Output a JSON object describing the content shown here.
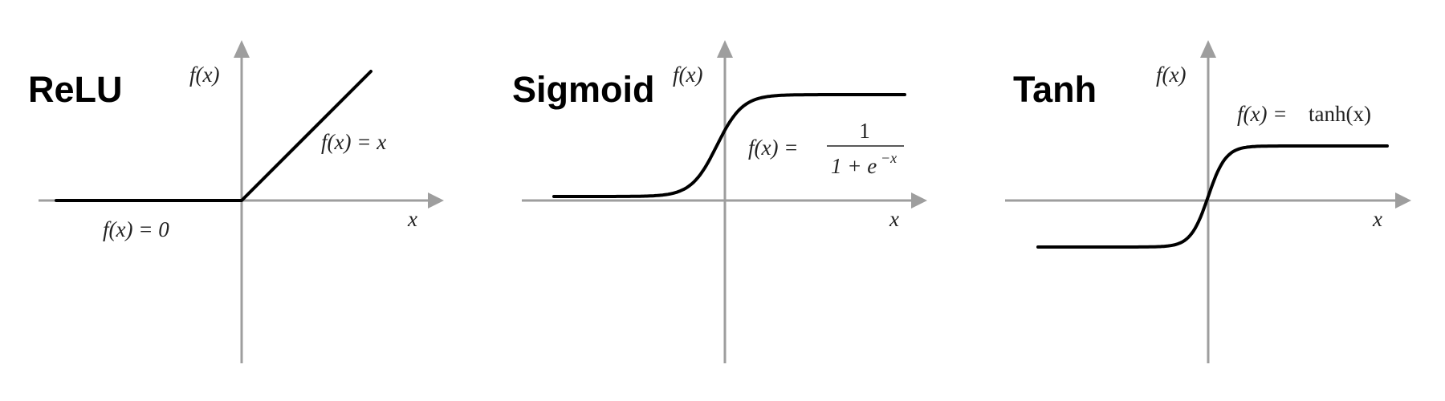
{
  "panels": [
    {
      "title": "ReLU",
      "y_axis_label": "f(x)",
      "x_axis_label": "x",
      "annotations": [
        "f(x) = x",
        "f(x) = 0"
      ]
    },
    {
      "title": "Sigmoid",
      "y_axis_label": "f(x)",
      "x_axis_label": "x",
      "formula": {
        "lhs": "f(x) =",
        "numerator": "1",
        "denominator_base": "1 + e",
        "denominator_exponent": "−x"
      }
    },
    {
      "title": "Tanh",
      "y_axis_label": "f(x)",
      "x_axis_label": "x",
      "formula": {
        "lhs": "f(x) =",
        "rhs": "tanh(x)"
      }
    }
  ],
  "colors": {
    "axis": "#9e9e9e",
    "curve": "#000000"
  }
}
